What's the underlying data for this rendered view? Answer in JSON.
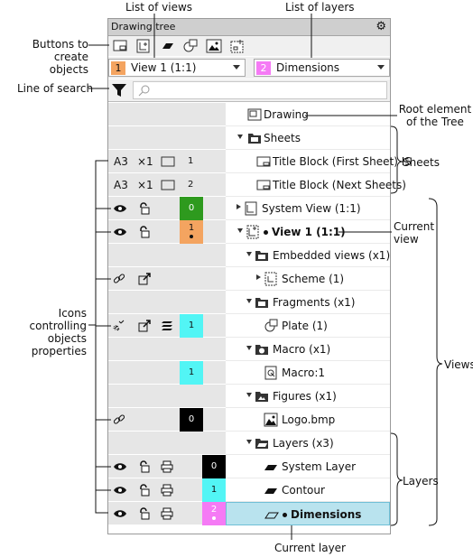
{
  "colors": {
    "orange": "#f4a460",
    "magenta": "#f57af5",
    "green": "#2e9a1e",
    "cyan": "#52f5f5",
    "black": "#000000",
    "selected": "#b9e3ee"
  },
  "annotations": {
    "list_of_views": "List of views",
    "list_of_layers": "List of layers",
    "buttons_create_1": "Buttons to create",
    "buttons_create_2": "objects",
    "line_of_search": "Line of search",
    "root_1": "Root element",
    "root_2": "of the Tree",
    "sheets": "Sheets",
    "current_view_1": "Current",
    "current_view_2": "view",
    "icons_1": "Icons",
    "icons_2": "controlling",
    "icons_3": "objects properties",
    "views": "Views",
    "layers": "Layers",
    "current_layer": "Current layer"
  },
  "panel": {
    "title": "Drawing tree",
    "toolbar_icons": [
      "new-view-icon",
      "new-fragment-icon",
      "new-layer-icon",
      "new-macro-icon",
      "new-figure-icon",
      "new-embedded-view-icon"
    ],
    "view_selector": {
      "number": "1",
      "label": "View 1 (1:1)"
    },
    "layer_selector": {
      "number": "2",
      "label": "Dimensions"
    },
    "search": {
      "placeholder": ""
    }
  },
  "tree": {
    "drawing": "Drawing",
    "sheets": "Sheets",
    "sheet1": {
      "format": "A3",
      "scale": "×1",
      "num": "1",
      "label": "Title Block (First Sheet) IS"
    },
    "sheet2": {
      "format": "A3",
      "scale": "×1",
      "num": "2",
      "label": "Title Block (Next Sheets)"
    },
    "system_view": {
      "badge": "0",
      "label": "System View (1:1)"
    },
    "view1": {
      "badge": "1",
      "label": "View 1 (1:1)"
    },
    "embedded": "Embedded views (x1)",
    "scheme": "Scheme (1)",
    "fragments": "Fragments (x1)",
    "plate": {
      "badge": "1",
      "label": "Plate (1)"
    },
    "macro": "Macro (x1)",
    "macro1": {
      "badge": "1",
      "label": "Macro:1"
    },
    "figures": "Figures (x1)",
    "logo": {
      "badge": "0",
      "label": "Logo.bmp"
    },
    "layers": "Layers (x3)",
    "system_layer": {
      "badge": "0",
      "label": "System Layer"
    },
    "contour": {
      "badge": "1",
      "label": "Contour"
    },
    "dimensions": {
      "badge": "2",
      "label": "Dimensions"
    }
  }
}
